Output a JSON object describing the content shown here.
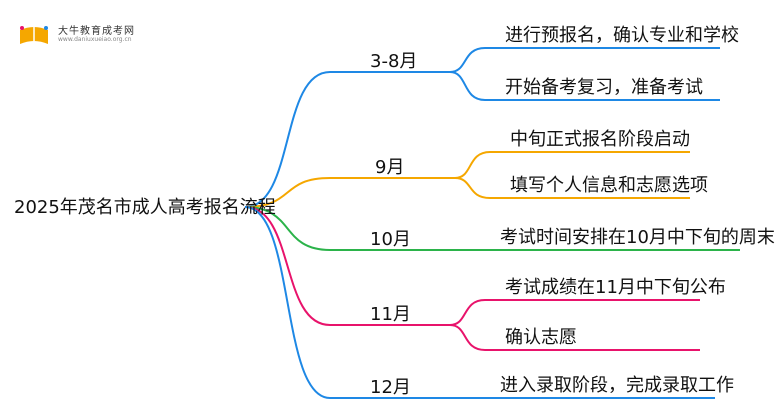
{
  "logo": {
    "name": "大牛教育成考网",
    "url": "www.daniuxueiao.org.cn"
  },
  "root": {
    "label": "2025年茂名市成人高考报名流程"
  },
  "branches": [
    {
      "label": "3-8月",
      "color": "#1e88e5",
      "leaves": [
        "进行预报名，确认专业和学校",
        "开始备考复习，准备考试"
      ]
    },
    {
      "label": "9月",
      "color": "#f5a700",
      "leaves": [
        "中旬正式报名阶段启动",
        "填写个人信息和志愿选项"
      ]
    },
    {
      "label": "10月",
      "color": "#2bb34a",
      "leaves": [
        "考试时间安排在10月中下旬的周末"
      ]
    },
    {
      "label": "11月",
      "color": "#e8136b",
      "leaves": [
        "考试成绩在11月中下旬公布",
        "确认志愿"
      ]
    },
    {
      "label": "12月",
      "color": "#1e88e5",
      "leaves": [
        "进入录取阶段，完成录取工作"
      ]
    }
  ]
}
